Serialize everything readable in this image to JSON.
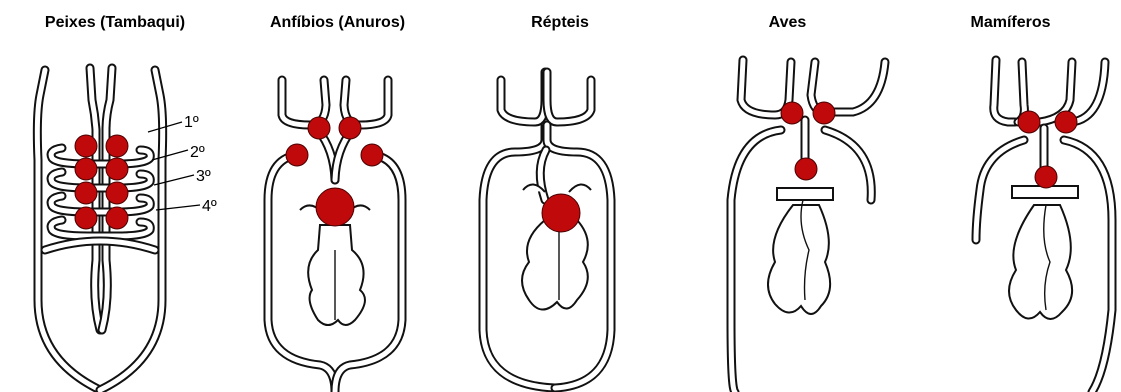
{
  "panels": [
    {
      "title": "Peixes (Tambaqui)"
    },
    {
      "title": "Anfíbios (Anuros)"
    },
    {
      "title": "Répteis"
    },
    {
      "title": "Aves"
    },
    {
      "title": "Mamíferos"
    }
  ],
  "arch_labels": [
    "1º",
    "2º",
    "3º",
    "4º"
  ],
  "colors": {
    "marker": "#c0090b",
    "outline": "#111111",
    "background": "#ffffff"
  }
}
